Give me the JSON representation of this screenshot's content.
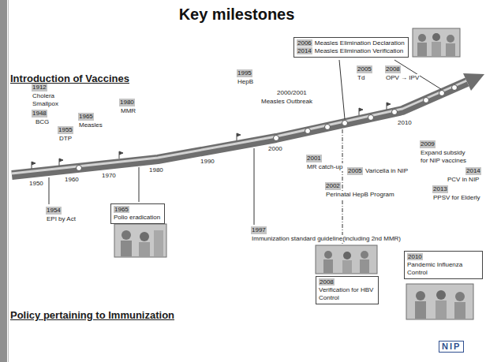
{
  "diagram": {
    "title": "Key milestones",
    "nodes": [
      {
        "text": [
          "2006",
          "Measles Elimination Declaration",
          "2014",
          "Measles Elimination Verification"
        ]
      },
      {
        "text": [
          "1965",
          "Polio eradication"
        ]
      },
      {
        "text": [
          "2010",
          "Pandemic Influenza Control"
        ]
      },
      {
        "text": [
          "2008",
          "Verification for HBV Control"
        ]
      }
    ],
    "labels": [
      "Introduction of Vaccines",
      "1912",
      "Cholera",
      "Smallpox",
      "1948",
      "BCG",
      "1955",
      "DTP",
      "1965",
      "Measles",
      "1980",
      "MMR",
      "1995",
      "HepB",
      "2000/2001",
      "Measles Outbreak",
      "2005",
      "Td",
      "2008",
      "OPV → IPV",
      "1950",
      "1960",
      "1970",
      "1980",
      "1990",
      "2000",
      "2010",
      "2001",
      "MR catch-up",
      "2005",
      "Varicella in NIP",
      "2002",
      "Perinatal HepB Program",
      "2009",
      "Expand subsidy for NIP vaccines",
      "2013",
      "PPSV for Elderly",
      "2014",
      "PCV in NIP",
      "1954",
      "EPI by Act",
      "1997",
      "Immunization standard guideline(including 2nd MMR)",
      "Policy pertaining to Immunization",
      "NIP"
    ]
  }
}
